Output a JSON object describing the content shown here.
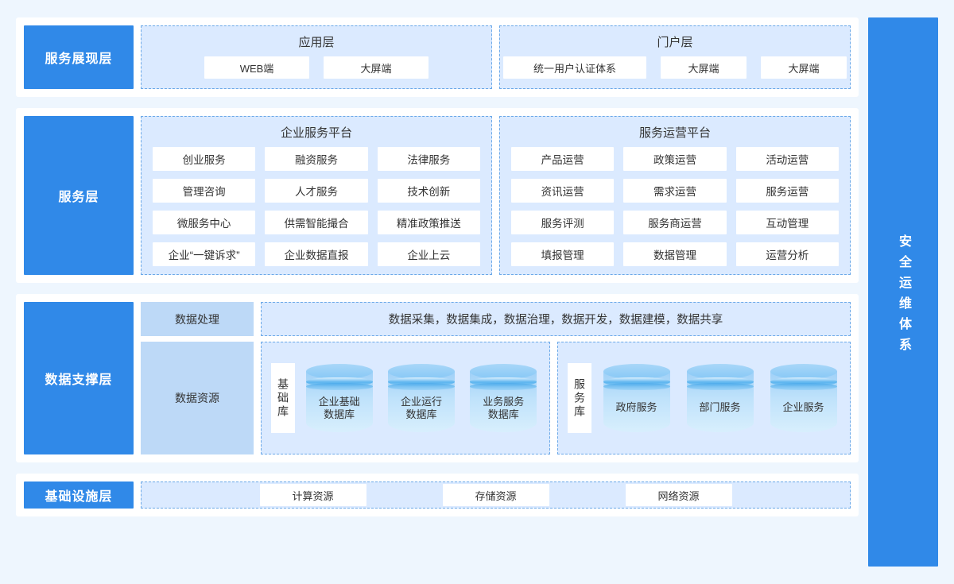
{
  "colors": {
    "accent": "#3089e8",
    "panel_bg": "#dbeaff",
    "panel_border": "#6aa8e8",
    "box_bg": "#bdd9f7",
    "page_bg": "#eef6fe",
    "card_bg": "#ffffff"
  },
  "security": {
    "label": "安全运维体系"
  },
  "rows": [
    {
      "layer_label": "服务展现层",
      "panels": [
        {
          "title": "应用层",
          "chips": [
            "WEB端",
            "大屏端"
          ]
        },
        {
          "title": "门户层",
          "chips": [
            "统一用户认证体系",
            "大屏端",
            "大屏端"
          ]
        }
      ]
    },
    {
      "layer_label": "服务层",
      "panels": [
        {
          "title": "企业服务平台",
          "chips": [
            "创业服务",
            "融资服务",
            "法律服务",
            "管理咨询",
            "人才服务",
            "技术创新",
            "微服务中心",
            "供需智能撮合",
            "精准政策推送",
            "企业“一键诉求”",
            "企业数据直报",
            "企业上云"
          ]
        },
        {
          "title": "服务运营平台",
          "chips": [
            "产品运营",
            "政策运营",
            "活动运营",
            "资讯运营",
            "需求运营",
            "服务运营",
            "服务评测",
            "服务商运营",
            "互动管理",
            "填报管理",
            "数据管理",
            "运营分析"
          ]
        }
      ]
    },
    {
      "layer_label": "数据支撑层",
      "side_boxes": [
        "数据处理",
        "数据资源"
      ],
      "pipeline": "数据采集，数据集成，数据治理，数据开发，数据建模，数据共享",
      "db_groups": [
        {
          "label": "基础库",
          "items": [
            "企业基础\n数据库",
            "企业运行\n数据库",
            "业务服务\n数据库"
          ],
          "items_line1": [
            "企业基础",
            "企业运行",
            "业务服务"
          ],
          "items_line2": [
            "数据库",
            "数据库",
            "数据库"
          ]
        },
        {
          "label": "服务库",
          "items": [
            "政府服务",
            "部门服务",
            "企业服务"
          ],
          "items_line1": [
            "政府服务",
            "部门服务",
            "企业服务"
          ],
          "items_line2": [
            "",
            "",
            ""
          ]
        }
      ]
    },
    {
      "layer_label": "基础设施层",
      "panels": [
        {
          "title": "",
          "chips": [
            "计算资源",
            "存储资源",
            "网络资源"
          ]
        }
      ]
    }
  ]
}
